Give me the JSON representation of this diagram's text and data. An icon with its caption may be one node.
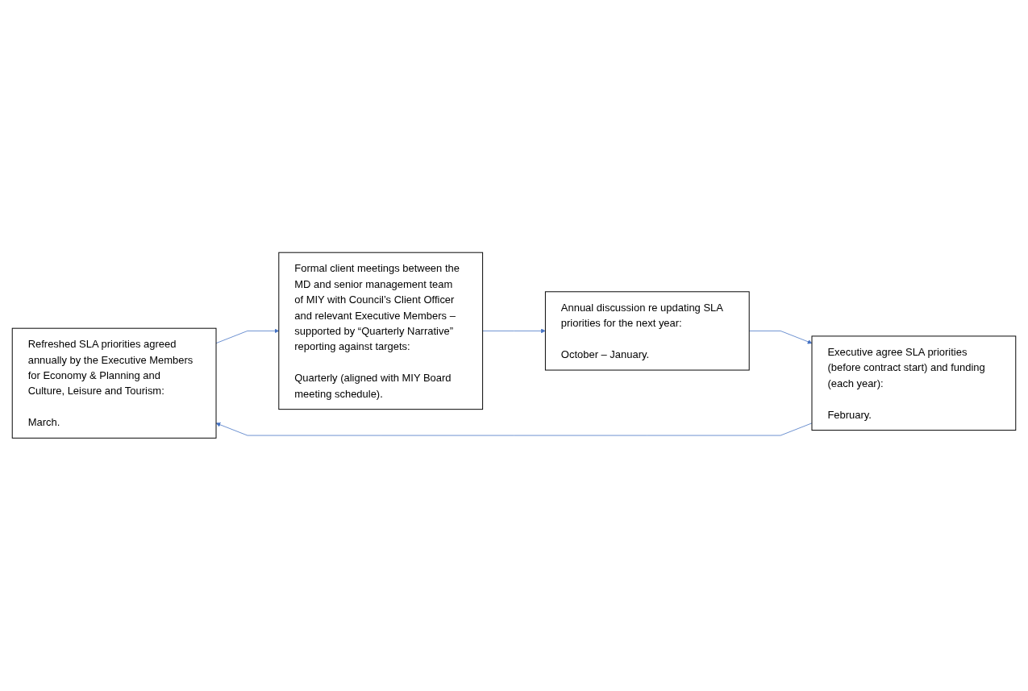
{
  "diagram": {
    "nodes": [
      {
        "text": [
          "Refreshed SLA priorities agreed annually by the Executive Members for Economy & Planning and Culture, Leisure and Tourism:",
          "March."
        ]
      },
      {
        "text": [
          "Formal client meetings between the MD and senior management team of MIY with Council’s Client Officer and relevant Executive Members – supported by “Quarterly Narrative” reporting against targets:",
          "Quarterly (aligned with MIY Board meeting schedule)."
        ]
      },
      {
        "text": [
          "Annual discussion re updating SLA priorities for the next year:",
          "October – January."
        ]
      },
      {
        "text": [
          "Executive agree SLA priorities (before contract start) and funding (each year):",
          "February."
        ]
      }
    ],
    "edges": [
      {
        "from": 0,
        "to": 1,
        "arrow": "to"
      },
      {
        "from": 1,
        "to": 2,
        "arrow": "to"
      },
      {
        "from": 2,
        "to": 3,
        "arrow": "to"
      },
      {
        "from": 3,
        "to": 0,
        "arrow": "to"
      }
    ]
  }
}
